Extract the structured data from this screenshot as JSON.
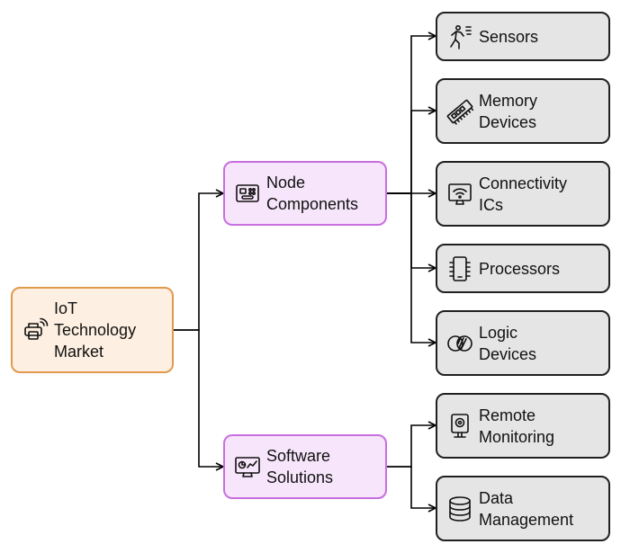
{
  "root": {
    "label": "IoT\nTechnology\nMarket",
    "icon": "printer-icon"
  },
  "branches": [
    {
      "label": "Node\nComponents",
      "icon": "circuit-board-icon",
      "children": [
        {
          "label": "Sensors",
          "icon": "motion-sensor-icon"
        },
        {
          "label": "Memory\nDevices",
          "icon": "memory-module-icon"
        },
        {
          "label": "Connectivity\nICs",
          "icon": "wifi-monitor-icon"
        },
        {
          "label": "Processors",
          "icon": "chip-icon"
        },
        {
          "label": "Logic\nDevices",
          "icon": "overlapping-circles-icon"
        }
      ]
    },
    {
      "label": "Software\nSolutions",
      "icon": "analytics-monitor-icon",
      "children": [
        {
          "label": "Remote\nMonitoring",
          "icon": "camera-kiosk-icon"
        },
        {
          "label": "Data\nManagement",
          "icon": "database-icon"
        }
      ]
    }
  ],
  "colors": {
    "root_fill": "#fdefe1",
    "root_border": "#e09a4e",
    "branch_fill": "#f7e6fb",
    "branch_border": "#c86ee0",
    "leaf_fill": "#e5e5e5",
    "leaf_border": "#202020",
    "connector": "#000000"
  }
}
